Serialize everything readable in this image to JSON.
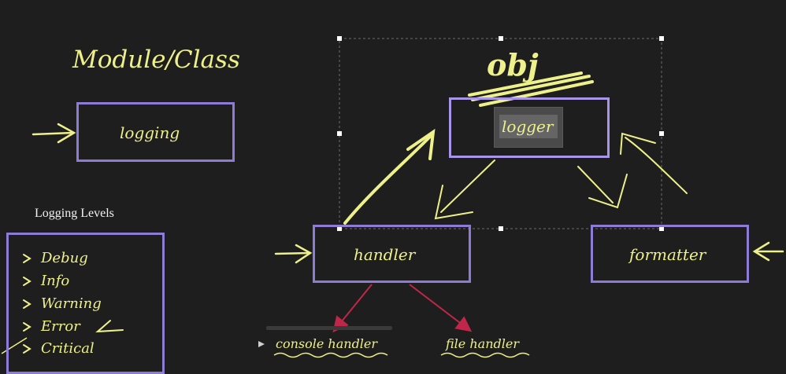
{
  "module_class_label": "Module/Class",
  "logging_box_label": "logging",
  "obj_label": "obj",
  "logger_label": "logger",
  "handler_label": "handler",
  "formatter_label": "formatter",
  "levels": {
    "title": "Logging Levels",
    "items": [
      "Debug",
      "Info",
      "Warning",
      "Error",
      "Critical"
    ]
  },
  "console_handler_label": "console handler",
  "file_handler_label": "file handler",
  "colors": {
    "background": "#1e1e1e",
    "ink": "#eef08a",
    "box_border": "#8e7bd6",
    "red_arrow": "#c0264a"
  }
}
